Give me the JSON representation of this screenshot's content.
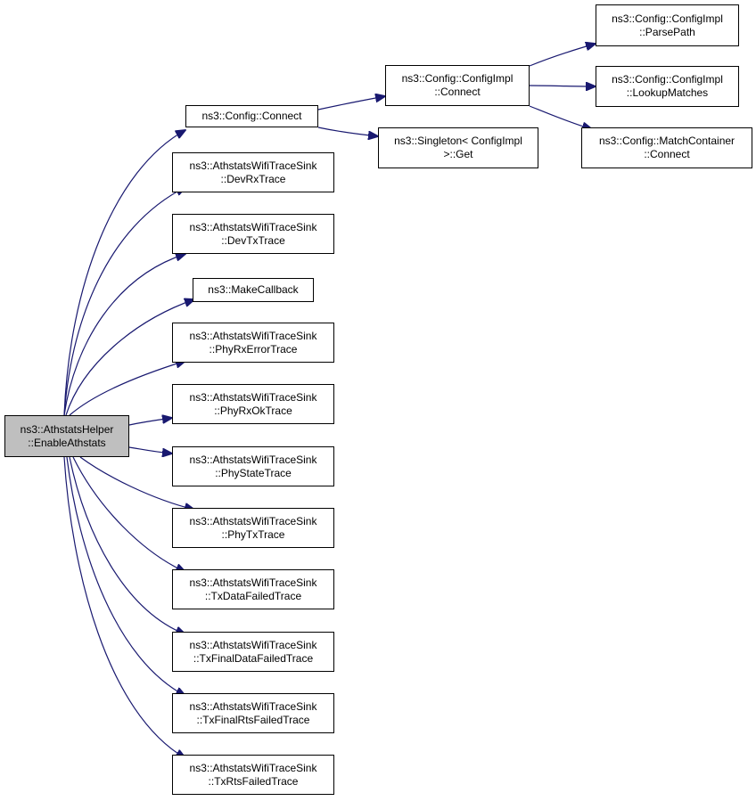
{
  "colors": {
    "edge": "#191970",
    "root_fill": "#bfbfbf",
    "node_fill": "#ffffff",
    "border": "#000000"
  },
  "nodes": {
    "root": [
      "ns3::AthstatsHelper",
      "::EnableAthstats"
    ],
    "config_connect": [
      "ns3::Config::Connect"
    ],
    "dev_rx": [
      "ns3::AthstatsWifiTraceSink",
      "::DevRxTrace"
    ],
    "dev_tx": [
      "ns3::AthstatsWifiTraceSink",
      "::DevTxTrace"
    ],
    "make_callback": [
      "ns3::MakeCallback"
    ],
    "phy_rx_error": [
      "ns3::AthstatsWifiTraceSink",
      "::PhyRxErrorTrace"
    ],
    "phy_rx_ok": [
      "ns3::AthstatsWifiTraceSink",
      "::PhyRxOkTrace"
    ],
    "phy_state": [
      "ns3::AthstatsWifiTraceSink",
      "::PhyStateTrace"
    ],
    "phy_tx": [
      "ns3::AthstatsWifiTraceSink",
      "::PhyTxTrace"
    ],
    "tx_data_failed": [
      "ns3::AthstatsWifiTraceSink",
      "::TxDataFailedTrace"
    ],
    "tx_final_data_failed": [
      "ns3::AthstatsWifiTraceSink",
      "::TxFinalDataFailedTrace"
    ],
    "tx_final_rts_failed": [
      "ns3::AthstatsWifiTraceSink",
      "::TxFinalRtsFailedTrace"
    ],
    "tx_rts_failed": [
      "ns3::AthstatsWifiTraceSink",
      "::TxRtsFailedTrace"
    ],
    "configimpl_connect": [
      "ns3::Config::ConfigImpl",
      "::Connect"
    ],
    "singleton_get": [
      "ns3::Singleton< ConfigImpl",
      ">::Get"
    ],
    "parse_path": [
      "ns3::Config::ConfigImpl",
      "::ParsePath"
    ],
    "lookup_matches": [
      "ns3::Config::ConfigImpl",
      "::LookupMatches"
    ],
    "match_container_connect": [
      "ns3::Config::MatchContainer",
      "::Connect"
    ]
  },
  "edges": [
    [
      "root",
      "config_connect"
    ],
    [
      "root",
      "dev_rx"
    ],
    [
      "root",
      "dev_tx"
    ],
    [
      "root",
      "make_callback"
    ],
    [
      "root",
      "phy_rx_error"
    ],
    [
      "root",
      "phy_rx_ok"
    ],
    [
      "root",
      "phy_state"
    ],
    [
      "root",
      "phy_tx"
    ],
    [
      "root",
      "tx_data_failed"
    ],
    [
      "root",
      "tx_final_data_failed"
    ],
    [
      "root",
      "tx_final_rts_failed"
    ],
    [
      "root",
      "tx_rts_failed"
    ],
    [
      "config_connect",
      "configimpl_connect"
    ],
    [
      "config_connect",
      "singleton_get"
    ],
    [
      "configimpl_connect",
      "parse_path"
    ],
    [
      "configimpl_connect",
      "lookup_matches"
    ],
    [
      "configimpl_connect",
      "match_container_connect"
    ]
  ]
}
